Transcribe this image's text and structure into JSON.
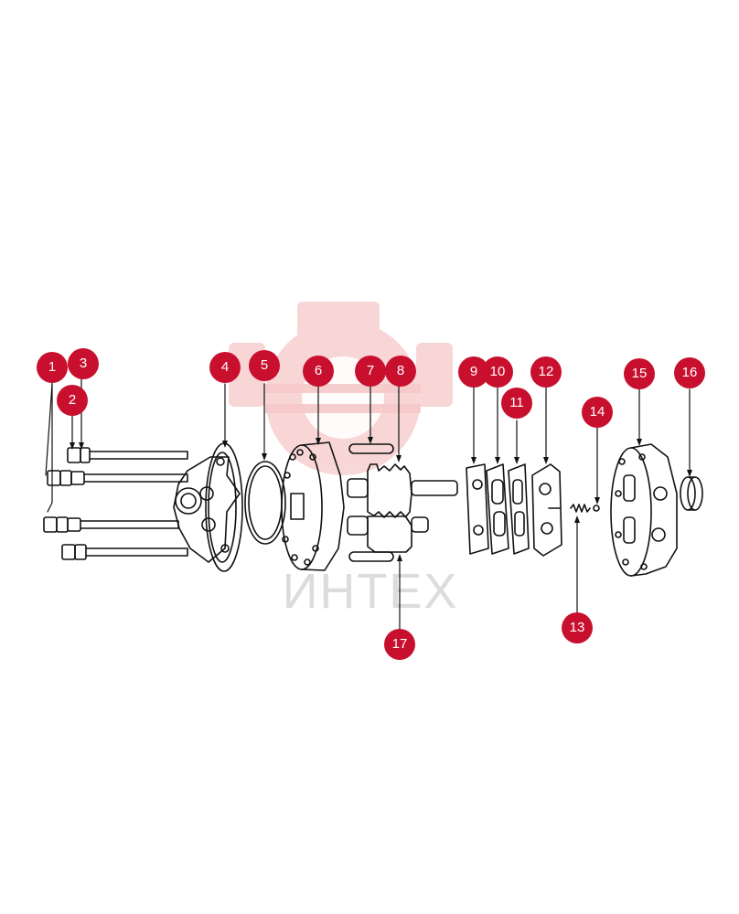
{
  "watermark": {
    "brand_text": "ИНТЕХ",
    "color": "#f2b8b8"
  },
  "callout_color": "#c8102e",
  "callouts": [
    {
      "id": "1",
      "label": "1"
    },
    {
      "id": "2",
      "label": "2"
    },
    {
      "id": "3",
      "label": "3"
    },
    {
      "id": "4",
      "label": "4"
    },
    {
      "id": "5",
      "label": "5"
    },
    {
      "id": "6",
      "label": "6"
    },
    {
      "id": "7",
      "label": "7"
    },
    {
      "id": "8",
      "label": "8"
    },
    {
      "id": "9",
      "label": "9"
    },
    {
      "id": "10",
      "label": "10"
    },
    {
      "id": "11",
      "label": "11"
    },
    {
      "id": "12",
      "label": "12"
    },
    {
      "id": "13",
      "label": "13"
    },
    {
      "id": "14",
      "label": "14"
    },
    {
      "id": "15",
      "label": "15"
    },
    {
      "id": "16",
      "label": "16"
    },
    {
      "id": "17",
      "label": "17"
    }
  ]
}
